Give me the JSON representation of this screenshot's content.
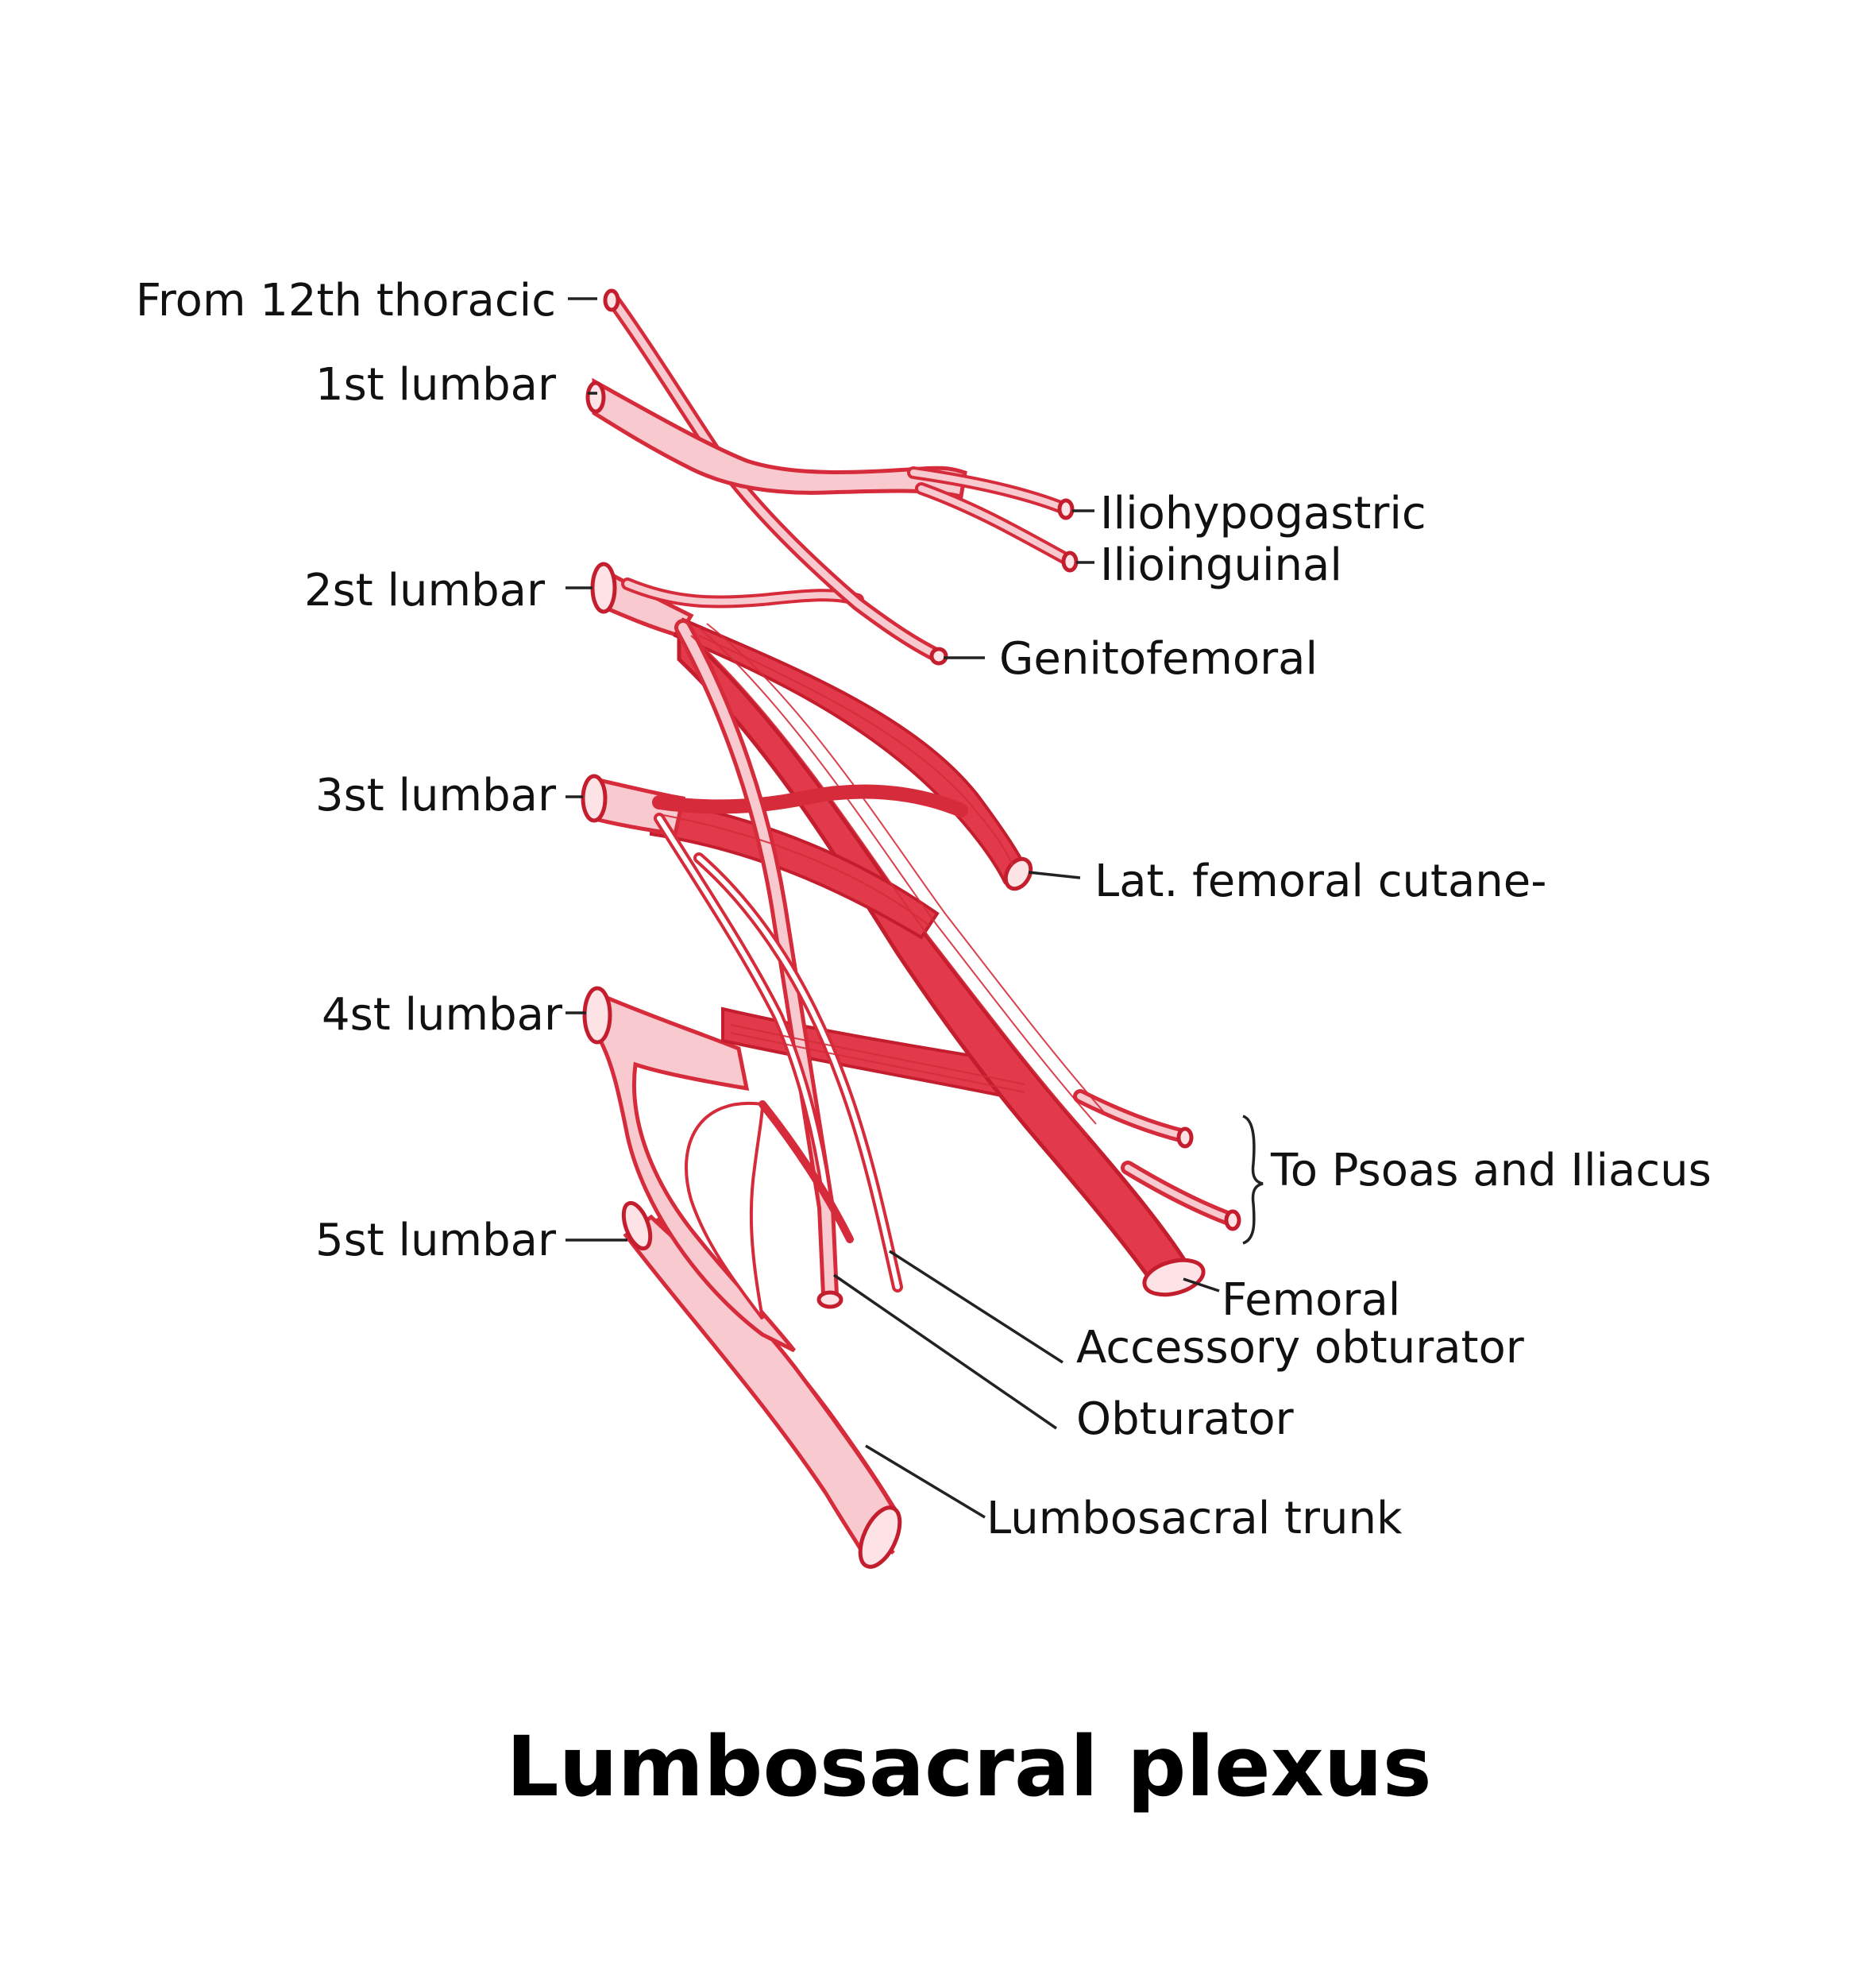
{
  "title": "Lumbosacral plexus",
  "colors": {
    "nerve": "#d62b3a",
    "nerve_light": "#f8c9cf",
    "text": "#111111"
  },
  "roots": {
    "t12": "From 12th thoracic",
    "l1": "1st lumbar",
    "l2": "2st lumbar",
    "l3": "3st lumbar",
    "l4": "4st lumbar",
    "l5": "5st lumbar"
  },
  "branches": {
    "iliohypogastric": "Iliohypogastric",
    "ilioinguinal": "Ilioinguinal",
    "genitofemoral": "Genitofemoral",
    "lat_femoral": "Lat. femoral cutane-",
    "psoas_iliacus": "To Psoas and Iliacus",
    "femoral": "Femoral",
    "accessory_obturator": "Accessory obturator",
    "obturator": "Obturator",
    "lumbosacral_trunk": "Lumbosacral trunk"
  }
}
